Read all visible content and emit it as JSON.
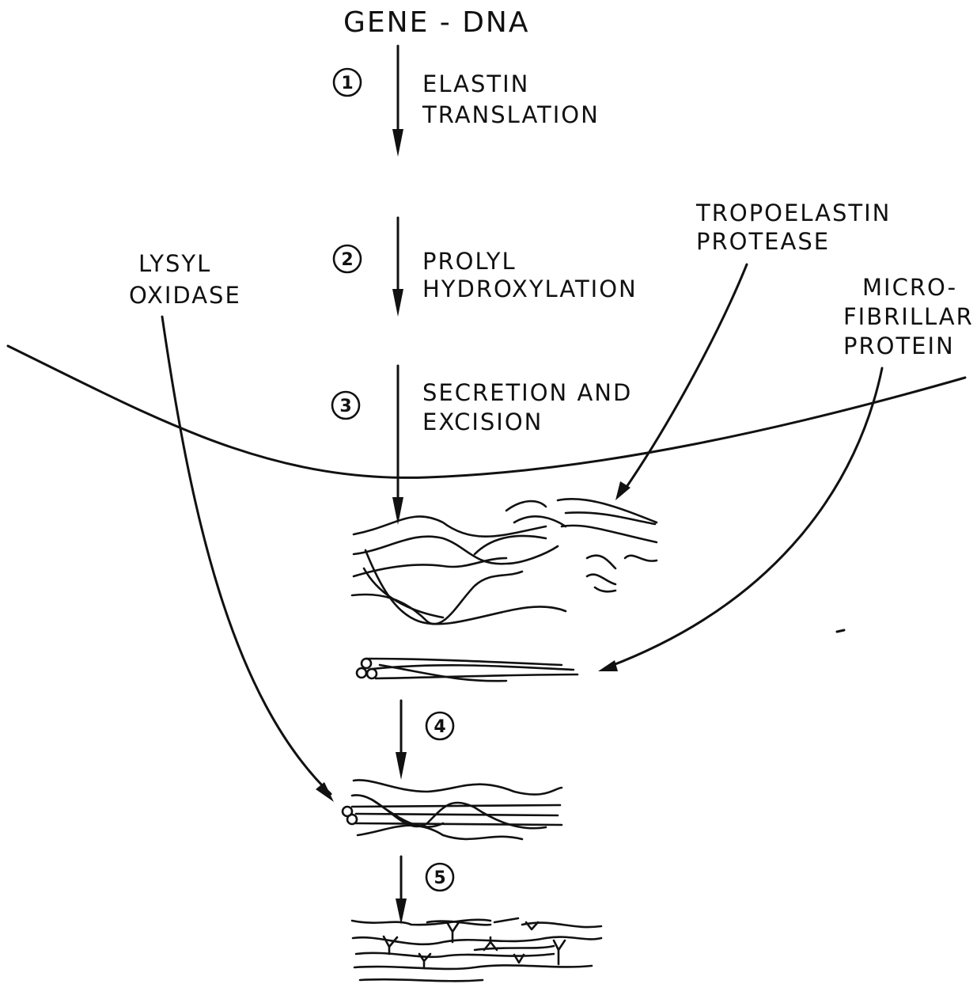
{
  "title": "GENE - DNA",
  "steps": [
    {
      "number": "1",
      "line1": "ELASTIN",
      "line2": "TRANSLATION"
    },
    {
      "number": "2",
      "line1": "PROLYL",
      "line2": "HYDROXYLATION"
    },
    {
      "number": "3",
      "line1": "SECRETION AND",
      "line2": "EXCISION"
    },
    {
      "number": "4"
    },
    {
      "number": "5"
    }
  ],
  "agents": {
    "lysyl_oxidase": [
      "LYSYL",
      "OXIDASE"
    ],
    "tropoelastin_protease": [
      "TROPOELASTIN",
      "PROTEASE"
    ],
    "microfibrillar_protein": [
      "MICRO-",
      "FIBRILLAR",
      "PROTEIN"
    ]
  }
}
